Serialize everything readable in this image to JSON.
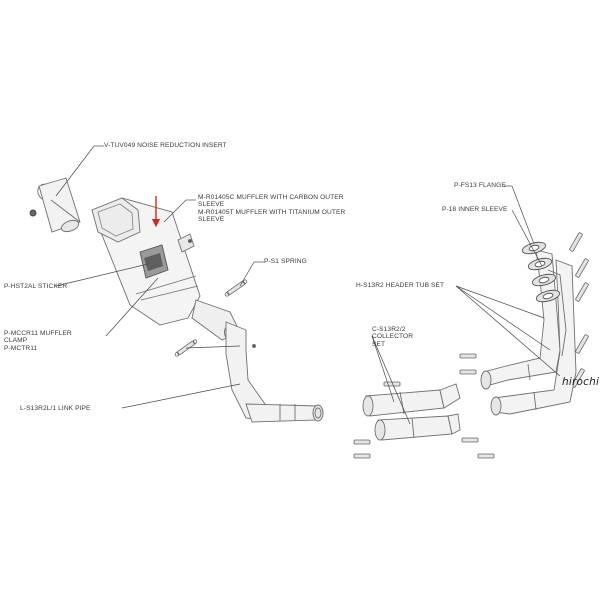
{
  "labels": {
    "noise_insert": "V-TUV049 NOISE REDUCTION INSERT",
    "muffler_carbon_1": "M-R01405C  MUFFLER WITH CARBON OUTER",
    "muffler_carbon_2": "SLEEVE",
    "muffler_titanium_1": "M-R01405T MUFFLER WITH TITANIUM OUTER",
    "muffler_titanium_2": "SLEEVE",
    "sticker": "P-HST2AL STICKER",
    "spring": "P-S1 SPRING",
    "clamp_1": "P-MCCR11 MUFFLER",
    "clamp_2": "CLAMP",
    "clamp_3": "P-MCTR11",
    "link_pipe": "L-S13R2L/1 LINK PIPE",
    "flange": "P-FS13 FLANGE",
    "inner_sleeve": "P-18 INNER SLEEVE",
    "header_set": "H-S13R2 HEADER TUB SET",
    "collector_1": "C-S13R2/2",
    "collector_2": "COLLECTOR",
    "collector_3": "SET"
  },
  "watermark": "hirochi",
  "colors": {
    "line": "#707070",
    "leader": "#4a4a4a",
    "arrow": "#d4281d",
    "text": "#3a3a3a"
  }
}
